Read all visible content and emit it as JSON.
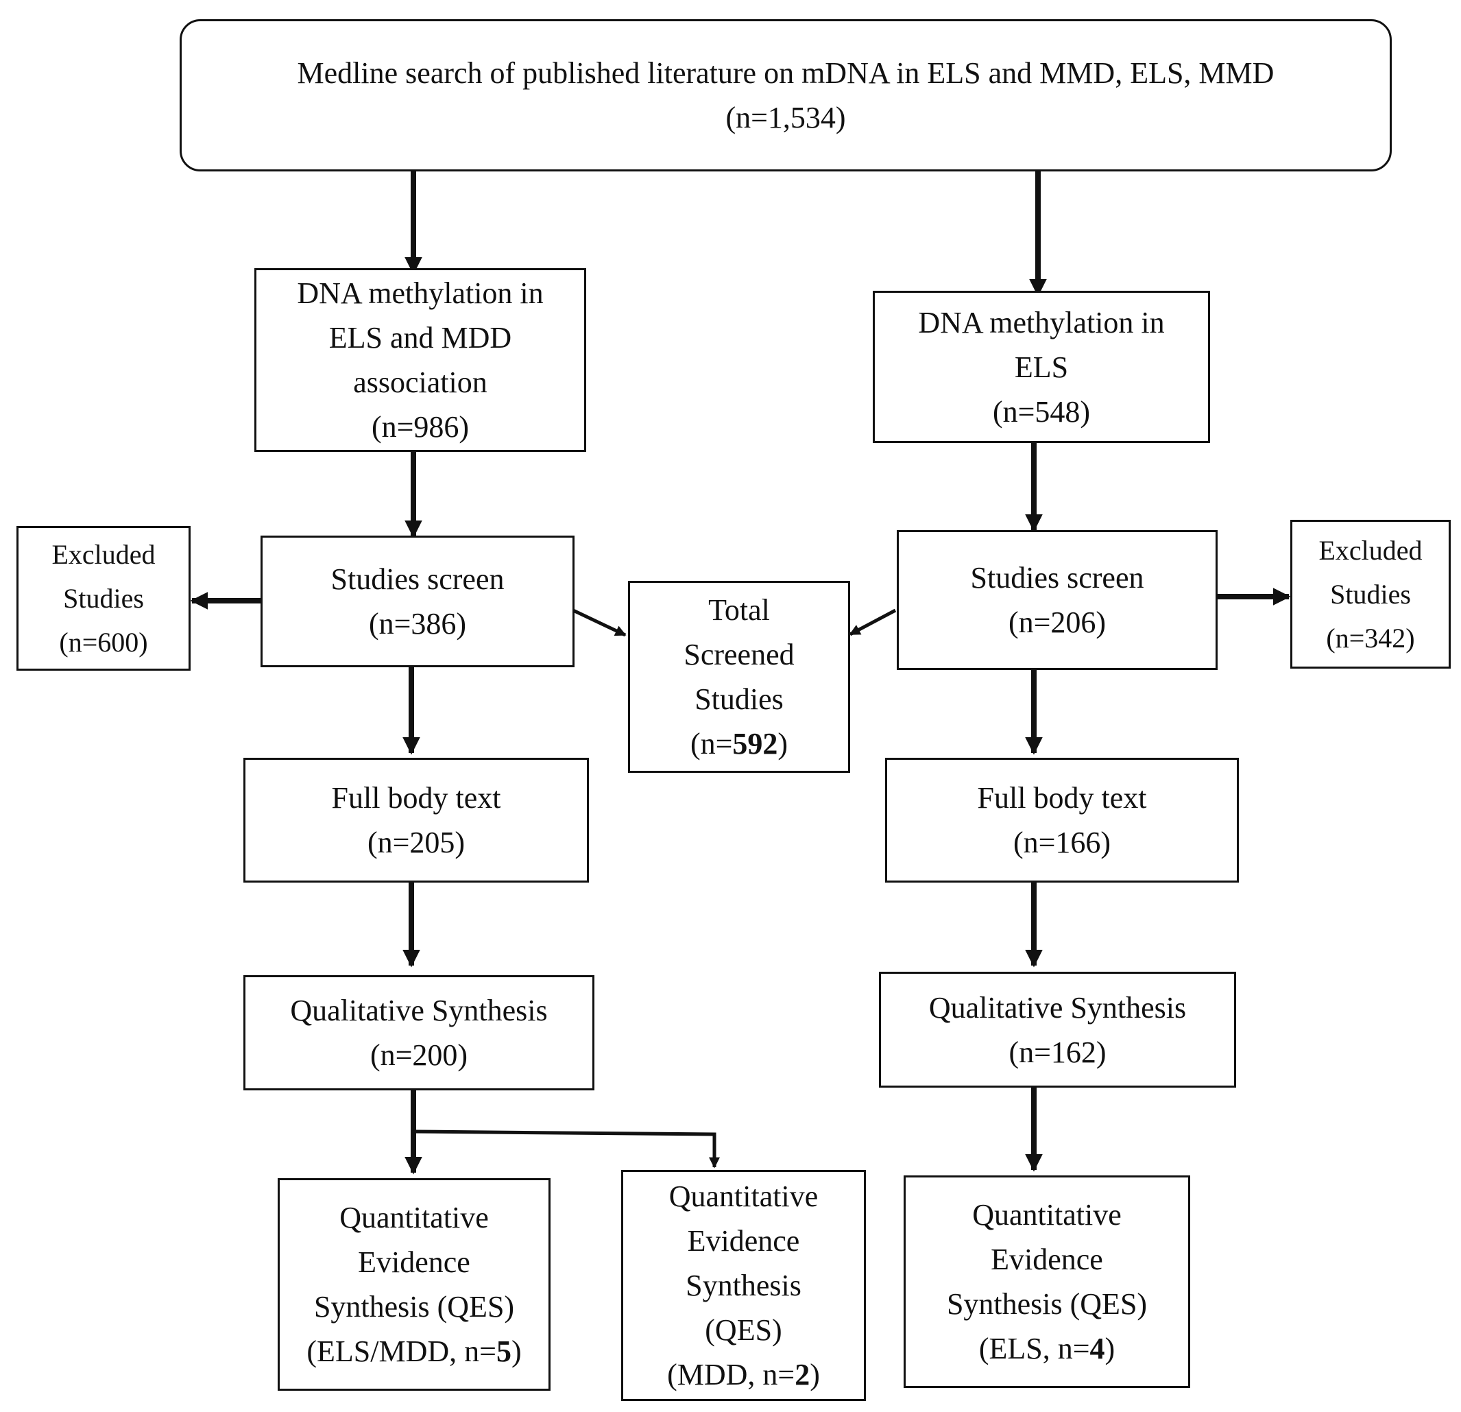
{
  "top": {
    "line1": "Medline search of published literature on mDNA in ELS and MMD, ELS, MMD",
    "line2": "(n=1,534)"
  },
  "left_branch": {
    "title_l1": "DNA methylation in",
    "title_l2": "ELS and MDD",
    "title_l3": "association",
    "count": "(n=986)"
  },
  "right_branch": {
    "title_l1": "DNA methylation in",
    "title_l2": "ELS",
    "count": "(n=548)"
  },
  "left_excluded": {
    "l1": "Excluded",
    "l2": "Studies",
    "count": "(n=600)"
  },
  "right_excluded": {
    "l1": "Excluded",
    "l2": "Studies",
    "count": "(n=342)"
  },
  "left_screen": {
    "title": "Studies screen",
    "count": "(n=386)"
  },
  "right_screen": {
    "title": "Studies screen",
    "count": "(n=206)"
  },
  "total": {
    "l1": "Total",
    "l2": "Screened",
    "l3": "Studies",
    "count_prefix": "(n=",
    "count_value": "592",
    "count_suffix": ")"
  },
  "left_fulltext": {
    "title": "Full body text",
    "count": "(n=205)"
  },
  "right_fulltext": {
    "title": "Full body text",
    "count": "(n=166)"
  },
  "left_qual": {
    "title": "Qualitative Synthesis",
    "count": "(n=200)"
  },
  "right_qual": {
    "title": "Qualitative Synthesis",
    "count": "(n=162)"
  },
  "qes_left": {
    "l1": "Quantitative",
    "l2": "Evidence",
    "l3": "Synthesis (QES)",
    "count_prefix": "(ELS/MDD, n=",
    "count_value": "5",
    "count_suffix": ")"
  },
  "qes_middle": {
    "l1": "Quantitative",
    "l2": "Evidence",
    "l3": "Synthesis",
    "l4": "(QES)",
    "count_prefix": "(MDD, n=",
    "count_value": "2",
    "count_suffix": ")"
  },
  "qes_right": {
    "l1": "Quantitative",
    "l2": "Evidence",
    "l3": "Synthesis (QES)",
    "count_prefix": "(ELS, n=",
    "count_value": "4",
    "count_suffix": ")"
  }
}
